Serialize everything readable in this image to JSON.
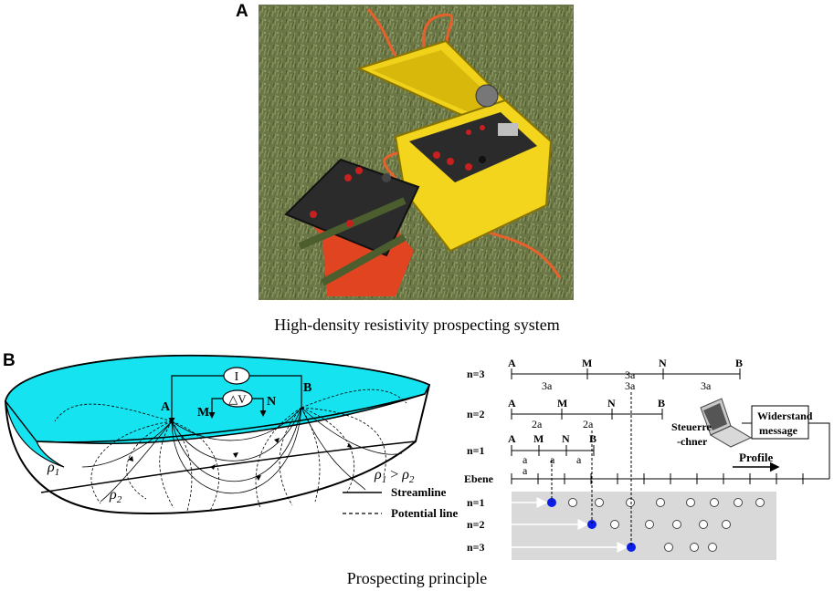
{
  "panel_a": {
    "letter": "A",
    "caption": "High-density resistivity prospecting system"
  },
  "panel_b": {
    "letter": "B",
    "caption": "Prospecting principle",
    "left_diagram": {
      "current_label": "I",
      "voltage_label": "△V",
      "electrode_a": "A",
      "electrode_m": "M",
      "electrode_n": "N",
      "electrode_b": "B",
      "rho1": "ρ",
      "rho1_sub": "1",
      "rho2": "ρ",
      "rho2_sub": "2",
      "relation": "ρ",
      "relation_sub1": "1",
      "relation_gt": " > ",
      "relation_sub2": "2",
      "legend": {
        "streamline": "Streamline",
        "potential_line": "Potential line"
      }
    },
    "right_diagram": {
      "rows": [
        {
          "label": "n=3",
          "spacing": "3a"
        },
        {
          "label": "n=2",
          "spacing": "2a"
        },
        {
          "label": "n=1",
          "spacing": "a"
        }
      ],
      "electrodes": [
        "A",
        "M",
        "N",
        "B"
      ],
      "ebene": "Ebene",
      "ebene_spacing": "a",
      "computer_label_1": "Steuerre",
      "computer_label_2": "-chner",
      "box_line_1": "Widerstand",
      "box_line_2": "message",
      "profile": "Profile",
      "levels": [
        "n=1",
        "n=2",
        "n=3"
      ],
      "colors": {
        "filled_point": "#0a1ee6",
        "panel": "#d9d9d9",
        "water": "#16e3f0"
      }
    }
  }
}
